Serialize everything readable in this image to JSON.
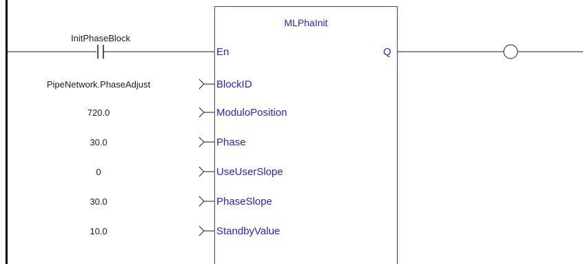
{
  "block": {
    "title": "MLPhaInit",
    "en_label": "En",
    "q_label": "Q"
  },
  "contact": {
    "label": "InitPhaseBlock"
  },
  "inputs": [
    {
      "value": "PipeNetwork.PhaseAdjust",
      "pin": "BlockID"
    },
    {
      "value": "720.0",
      "pin": "ModuloPosition"
    },
    {
      "value": "30.0",
      "pin": "Phase"
    },
    {
      "value": "0",
      "pin": "UseUserSlope"
    },
    {
      "value": "30.0",
      "pin": "PhaseSlope"
    },
    {
      "value": "10.0",
      "pin": "StandbyValue"
    }
  ],
  "colors": {
    "block_border": "#3333cc",
    "pin_text": "#2323d6",
    "wire": "#1a1a1a",
    "power_rail": "#000000"
  }
}
